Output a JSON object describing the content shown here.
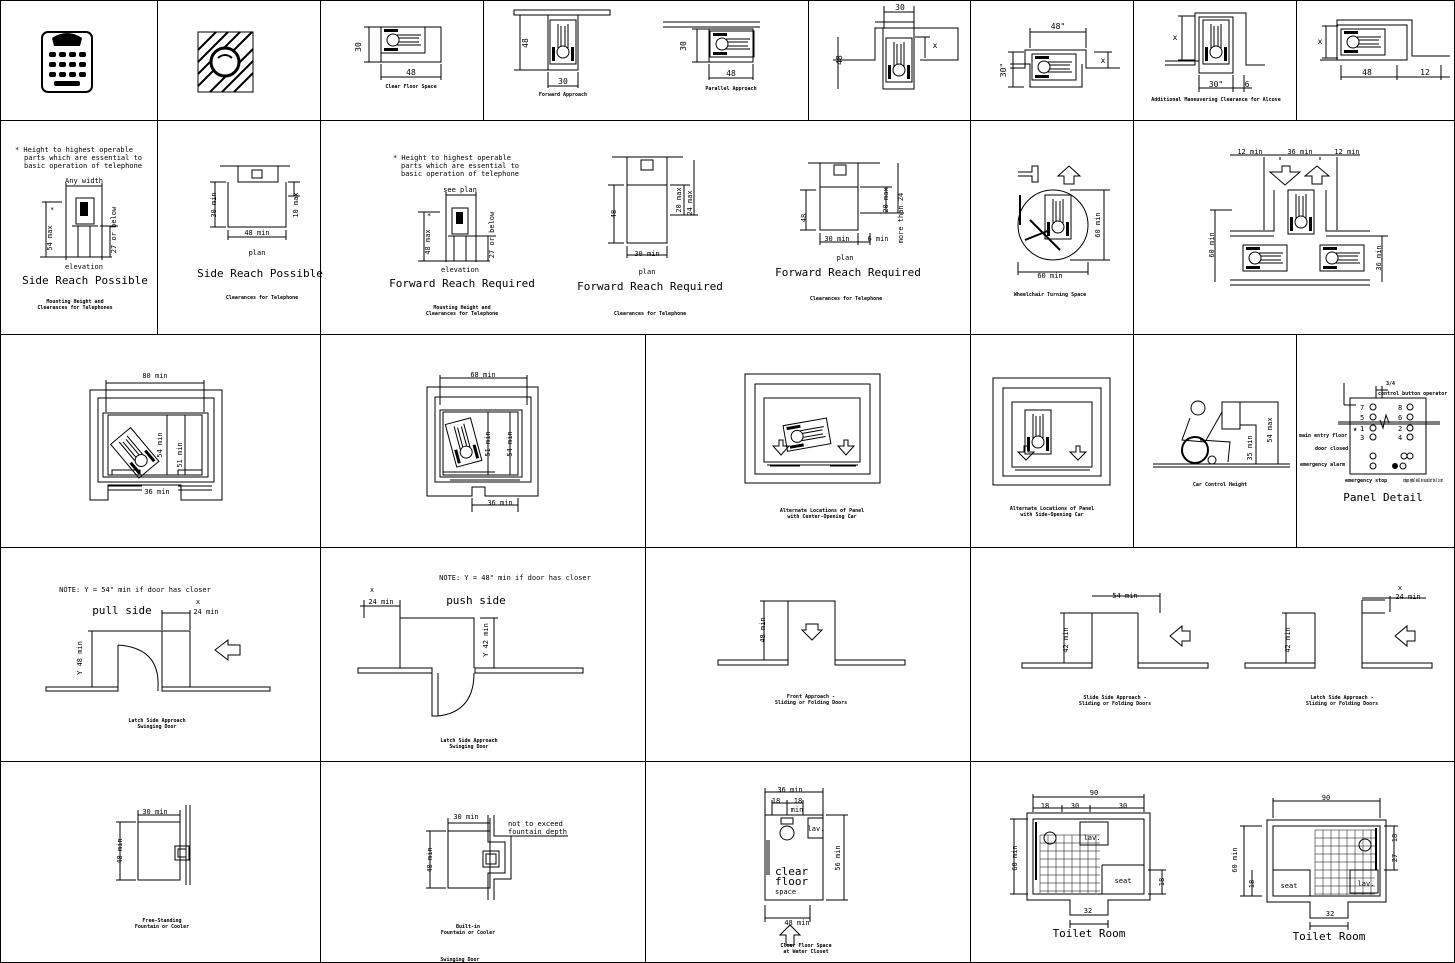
{
  "sheet": {
    "line_color": "#000000",
    "background": "#ffffff"
  },
  "icons": {
    "telephone": "telephone-keypad-icon",
    "tty": "telephone-handset-hatched-icon",
    "wheelchair": "wheelchair-user-icon"
  },
  "r1": {
    "clear_floor": {
      "w": "30",
      "l": "48",
      "caption": "Clear Floor Space"
    },
    "forward": {
      "l": "48",
      "w": "30",
      "caption": "Forward Approach"
    },
    "parallel": {
      "w": "30",
      "l": "48",
      "caption": "Parallel Approach"
    },
    "alcove1": {
      "w": "30",
      "l": "48",
      "x": "x"
    },
    "alcove2": {
      "l": "48\"",
      "w": "30\"",
      "x": "x"
    },
    "alcove3": {
      "x": "x",
      "w": "30\"",
      "e": "6",
      "caption": "Additional Maneuvering Clearance for Alcove"
    },
    "alcove4": {
      "x": "x",
      "l": "48",
      "e": "12"
    }
  },
  "r2": {
    "phone_side_elev": {
      "note": [
        "* Height to highest operable",
        "parts which are essential to",
        "basic operation of telephone"
      ],
      "any_width": "Any width",
      "max": "54 max",
      "below": "27 or below",
      "star": "*",
      "elevation": "elevation",
      "title": "Side Reach Possible",
      "caption": [
        "Mounting Height and",
        "Clearances for Telephones"
      ]
    },
    "phone_side_plan": {
      "d1": "30 min",
      "d2": "10 max",
      "d3": "48 min",
      "plan": "plan",
      "title": "Side Reach Possible",
      "caption": "Clearances for Telephone"
    },
    "phone_fwd_elev": {
      "note": [
        "* Height to highest operable",
        "parts which are essential to",
        "basic operation of telephone"
      ],
      "see_plan": "see plan",
      "max": "48 max",
      "below": "27 or below",
      "star": "*",
      "elevation": "elevation",
      "title": "Forward Reach Required",
      "caption": [
        "Mounting Height and",
        "Clearances for Telephone"
      ]
    },
    "phone_fwd_plan1": {
      "d1": "48",
      "d2": "20 max",
      "d3": "24 max",
      "d4": "30 min",
      "plan": "plan",
      "title": "Forward Reach Required",
      "caption": "Clearances for Telephone"
    },
    "phone_fwd_plan2": {
      "d1": "48",
      "d2": "20 max",
      "d3": "more than 24",
      "d4": "30 min",
      "d5": "6 min",
      "plan": "plan",
      "title": "Forward Reach Required",
      "caption": "Clearances for Telephone"
    },
    "turning_circle": {
      "d1": "60 min",
      "d2": "60 min",
      "caption": "Wheelchair Turning Space"
    },
    "t_turn": {
      "d1": "12 min",
      "d2": "36 min",
      "d3": "12 min",
      "d4": "60 min",
      "d5": "36 min"
    }
  },
  "r3": {
    "elev_center": {
      "d1": "80 min",
      "d2": "54 min",
      "d3": "51 min",
      "d4": "36 min"
    },
    "elev_side": {
      "d1": "68 min",
      "d2": "51 min",
      "d3": "54 min",
      "d4": "36 min"
    },
    "panel_center": {
      "caption": [
        "Alternate Locations of Panel",
        "with Center-Opening Car"
      ]
    },
    "panel_side": {
      "caption": [
        "Alternate Locations of Panel",
        "with Side-Opening Car"
      ]
    },
    "control_height": {
      "d1": "35 min",
      "d2": "54 max",
      "caption": "Car Control Height"
    },
    "panel_detail": {
      "title": "Panel Detail",
      "buttons": [
        "7",
        "8",
        "5",
        "6",
        "1",
        "2",
        "3",
        "4"
      ],
      "star": "★",
      "d": "3/4",
      "labels": [
        "control button operator",
        "main entry floor",
        "door closed",
        "emergency alarm",
        "emergency stop",
        "octagon symbol shall be raised but the X is not"
      ]
    }
  },
  "r4": {
    "pull": {
      "note": "NOTE: Y = 54\" min if door has closer",
      "side": "pull side",
      "x": "x",
      "x_val": "24 min",
      "y": "Y  48 min",
      "caption": [
        "Latch Side Approach",
        "Swinging Door"
      ]
    },
    "push": {
      "note": "NOTE: Y = 48\" min if door has closer",
      "x": "x",
      "x_val": "24 min",
      "side": "push side",
      "y": "Y  42 min",
      "caption": [
        "Latch Side Approach",
        "Swinging Door"
      ]
    },
    "front_slide": {
      "d": "48 min",
      "caption": [
        "Front Approach -",
        "Sliding or Folding Doors"
      ]
    },
    "slide_side": {
      "d1": "54 min",
      "d2": "42 min",
      "caption": [
        "Slide Side Approach -",
        "Sliding or Folding Doors"
      ]
    },
    "latch_slide": {
      "x": "x",
      "x_val": "24 min",
      "d": "42 min",
      "caption": [
        "Latch Side Approach -",
        "Sliding or Folding Doors"
      ]
    }
  },
  "r5": {
    "fountain_free": {
      "d1": "30 min",
      "d2": "48 min",
      "caption": [
        "Free-Standing",
        "Fountain or Cooler"
      ]
    },
    "fountain_built": {
      "d1": "30 min",
      "d2": "48 min",
      "note": [
        "not to exceed",
        "fountain depth"
      ],
      "caption": [
        "Built-in",
        "Fountain or Cooler"
      ],
      "extra": "Swinging Door"
    },
    "water_closet": {
      "d1": "36 min",
      "d2": "18",
      "d3": "18",
      "d4": "min",
      "lav": "lav.",
      "clear": [
        "clear",
        "floor",
        "space"
      ],
      "d5": "56 min",
      "d6": "48 min",
      "caption": [
        "Clear Floor Space",
        "at Water Closet"
      ]
    },
    "toilet1": {
      "w": "90",
      "a": "18",
      "b": "30",
      "c": "30",
      "lav": "lav.",
      "h": "60 min",
      "seat": "seat",
      "s": "18",
      "door": "32",
      "title": "Toilet Room"
    },
    "toilet2": {
      "w": "90",
      "h": "60 min",
      "s": "18",
      "seat": "seat",
      "lav": "lav.",
      "a": "18",
      "b": "27",
      "door": "32",
      "title": "Toilet Room"
    }
  }
}
